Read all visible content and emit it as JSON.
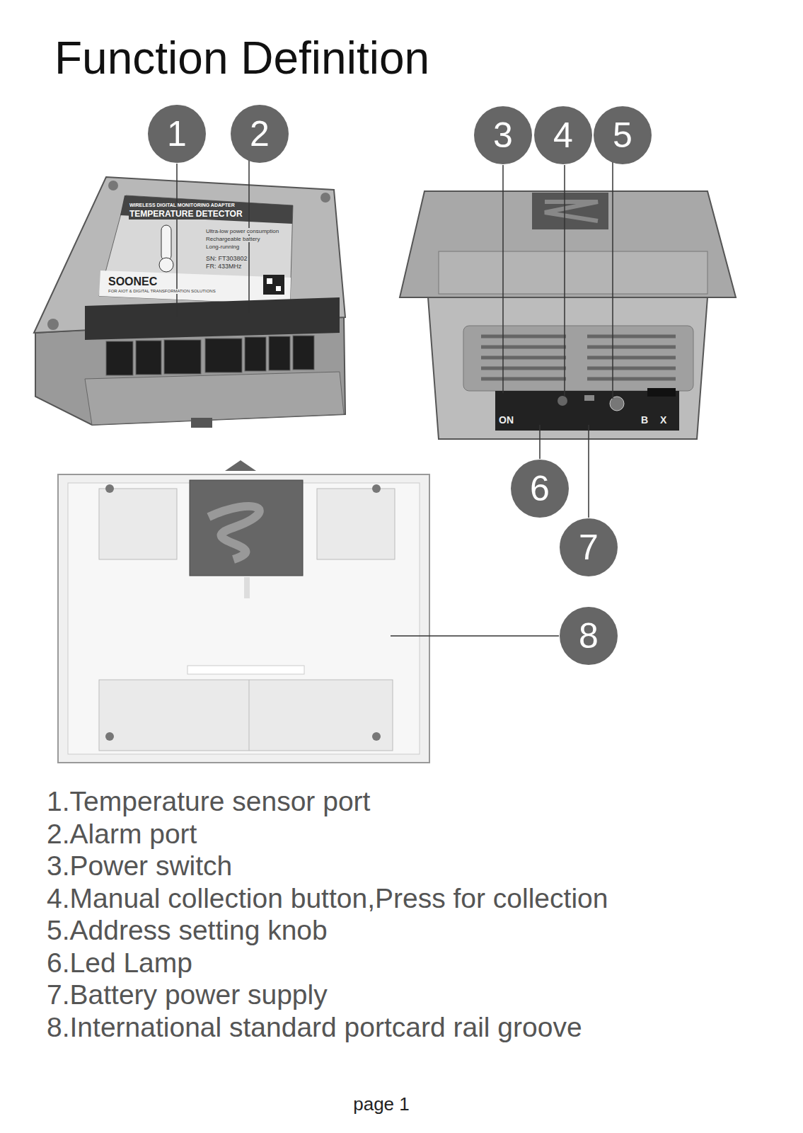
{
  "diagram": {
    "title": "Function Definition",
    "nodes": [
      {
        "text": [
          "1"
        ]
      },
      {
        "text": [
          "2"
        ]
      },
      {
        "text": [
          "3"
        ]
      },
      {
        "text": [
          "4"
        ]
      },
      {
        "text": [
          "5"
        ]
      },
      {
        "text": [
          "6"
        ]
      },
      {
        "text": [
          "7"
        ]
      },
      {
        "text": [
          "8"
        ]
      }
    ],
    "labels": [
      "1.Temperature sensor port",
      "2.Alarm port",
      "3.Power switch",
      "4.Manual collection button,Press for collection",
      "5.Address setting knob",
      "6.Led Lamp",
      "7.Battery power supply",
      "8.International standard portcard rail groove",
      "page 1",
      "WIRELESS DIGITAL MONITORING ADAPTER",
      "TEMPERATURE DETECTOR",
      "Ultra-low power consumption",
      "Rechargeable battery",
      "Long-running",
      "SN: FT303802",
      "FR: 433MHz",
      "SOONEC",
      "FOR AIOT & DIGITAL TRANSFORMATION SOLUTIONS",
      "ON",
      "B",
      "X"
    ]
  }
}
